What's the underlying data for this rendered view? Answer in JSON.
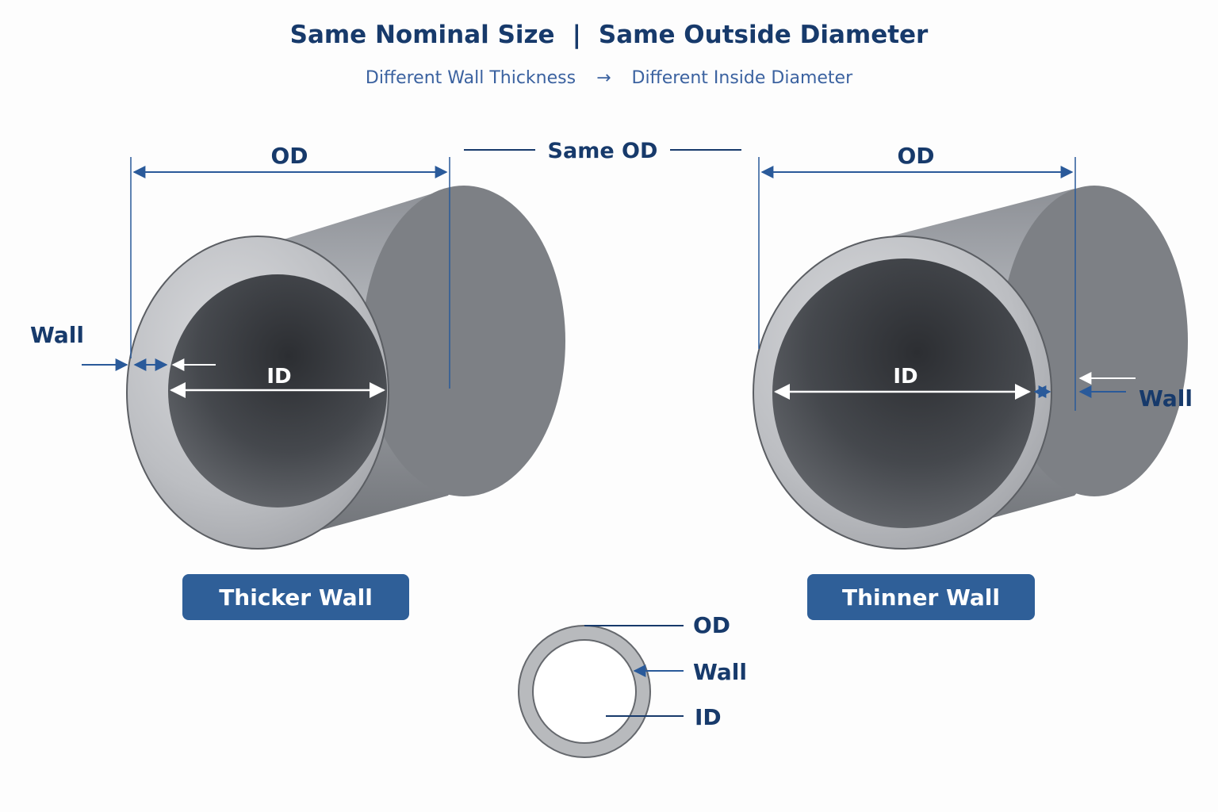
{
  "header": {
    "title_left": "Same Nominal Size",
    "title_sep": "|",
    "title_right": "Same Outside Diameter",
    "subtitle_left": "Different Wall Thickness",
    "subtitle_arrow": "→",
    "subtitle_right": "Different Inside Diameter"
  },
  "center": {
    "same_od": "Same OD"
  },
  "thick_pipe": {
    "od": "OD",
    "id": "ID",
    "wall": "Wall",
    "caption": "Thicker Wall"
  },
  "thin_pipe": {
    "od": "OD",
    "id": "ID",
    "wall": "Wall",
    "caption": "Thinner Wall"
  },
  "legend": {
    "od": "OD",
    "wall": "Wall",
    "id": "ID"
  },
  "colors": {
    "navy_text": "#173a6b",
    "dimension_blue": "#2a5a9a",
    "caption_bg": "#2f5f98",
    "steel_light": "#bfc1c5",
    "steel_dark": "#4a4d52"
  }
}
